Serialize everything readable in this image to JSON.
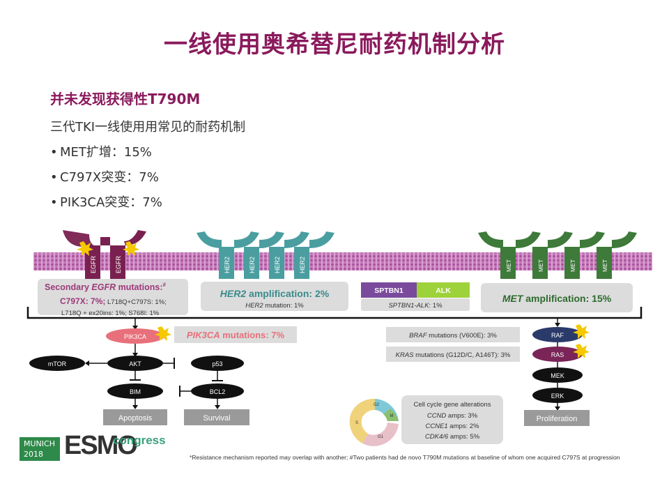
{
  "title": "一线使用奥希替尼耐药机制分析",
  "subhead": "并未发现获得性T790M",
  "intro": "三代TKI一线使用用常见的耐药机制",
  "bullets": [
    "MET扩增：15%",
    "C797X突变：7%",
    "PIK3CA突变：7%"
  ],
  "diagram": {
    "egfr": "EGFR",
    "her2": "HER2",
    "met": "MET",
    "secondary_pre": "Secondary ",
    "secondary_gene": "EGFR",
    "secondary_post": " mutations:",
    "secondary_mark": "#",
    "c797x": "C797X: 7%;",
    "c797x_rest": " L718Q+C797S: 1%;",
    "secondary_line3": "L718Q + ex20ins: 1%; S768I: 1%",
    "her2_amp_gene": "HER2",
    "her2_amp_text": " amplification: 2%",
    "her2_mut_gene": "HER2",
    "her2_mut_text": " mutation: 1%",
    "sptbn1": "SPTBN1",
    "alk": "ALK",
    "fusion_gene": "SPTBN1-ALK",
    "fusion_text": ": 1%",
    "met_amp_gene": "MET",
    "met_amp_text": " amplification: 15%",
    "pik3ca_node": "PIK3CA",
    "pik3ca_mut_gene": "PIK3CA",
    "pik3ca_mut_text": " mutations: 7%",
    "mtor": "mTOR",
    "akt": "AKT",
    "bim": "BIM",
    "p53": "p53",
    "bcl2": "BCL2",
    "apoptosis": "Apoptosis",
    "survival": "Survival",
    "braf_gene": "BRAF",
    "braf_text": " mutations (V600E): 3%",
    "kras_gene": "KRAS",
    "kras_text": " mutations (G12D/C, A146T): 3%",
    "raf": "RAF",
    "ras": "RAS",
    "mek": "MEK",
    "erk": "ERK",
    "proliferation": "Proliferation",
    "cc_title": "Cell cycle gene alterations",
    "ccnd_gene": "CCND",
    "ccnd_text": " amps: 3%",
    "ccne1_gene": "CCNE1",
    "ccne1_text": " amps: 2%",
    "cdk_gene": "CDK4/6",
    "cdk_text": " amps: 5%",
    "cycle_g2": "G2",
    "cycle_m": "M",
    "cycle_s": "S",
    "cycle_g1": "G1"
  },
  "logo": {
    "line1": "MUNICH",
    "line2": "2018",
    "esmo": "ESMO",
    "congress": "congress"
  },
  "footnote": "*Resistance mechanism reported may overlap with another; #Two patients had de novo T790M mutations at baseline of whom one acquired C797S at progression",
  "colors": {
    "title": "#8a1a5c",
    "egfr": "#7a2050",
    "her2": "#4a9ea0",
    "met": "#3e7a3a",
    "pik3ca": "#e8707a",
    "ras": "#7a2458",
    "raf": "#2a3a6a",
    "membrane": "#c07ab4"
  }
}
